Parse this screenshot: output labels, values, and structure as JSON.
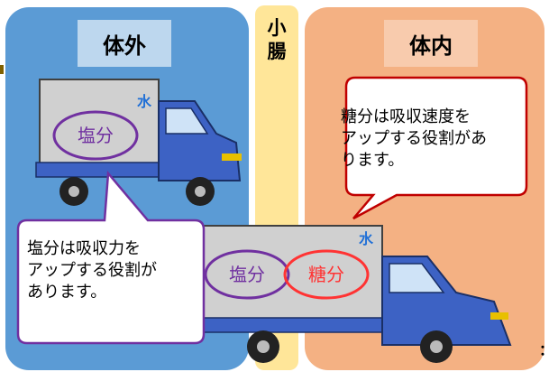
{
  "labels": {
    "outside": "体外",
    "intestine": "小\n腸",
    "inside": "体内"
  },
  "trucks": {
    "upper": {
      "water": "水",
      "salt": "塩分"
    },
    "lower": {
      "water": "水",
      "salt": "塩分",
      "sugar": "糖分"
    }
  },
  "bubbles": {
    "upper": [
      "糖分は吸収速度を",
      "アップする役割があ",
      "ります。"
    ],
    "lower": [
      "塩分は吸収力を",
      "アップする役割が",
      "あります。"
    ]
  },
  "edge_mark": "：",
  "colors": {
    "outside": "#5b9bd5",
    "intestine": "#ffe699",
    "inside": "#f4b183",
    "truck_body": "#3d62c4",
    "cargo": "#d0d0d0",
    "salt_ring": "#7030a0",
    "sugar_ring": "#ff3333",
    "water": "#1f6fd6"
  }
}
